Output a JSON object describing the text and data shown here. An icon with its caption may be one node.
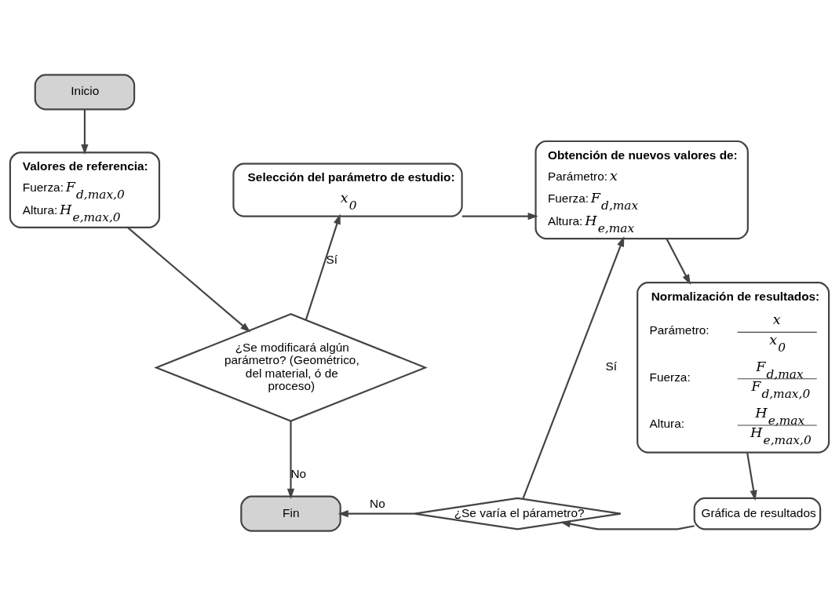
{
  "diagram": {
    "nodes": [
      {
        "text": [
          "Inicio"
        ]
      },
      {
        "text": [
          "Valores de referencia:",
          "Fuerza: *F*$_{d,max,0}$",
          "Altura: *H*$_{e,max,0}$"
        ]
      },
      {
        "text": [
          "¿Se modificará algún parámetro? (Geométrico, del material, ó de proceso)"
        ]
      },
      {
        "text": [
          "Selección del parámetro de estudio:",
          "*x*$_{0}$"
        ]
      },
      {
        "text": [
          "Obtención de nuevos valores de:",
          "Parámetro: *x*",
          "Fuerza: *F*$_{d,max}$",
          "Altura: *H*$_{e,max}$"
        ]
      },
      {
        "text": [
          "Normalización de resultados:",
          "Parámetro:",
          "*x*",
          "*x*$_{0}$",
          "Fuerza:",
          "*F*$_{d,max}$",
          "*F*$_{d,max,0}$",
          "Altura:",
          "*H*$_{e,max}$",
          "*H*$_{e,max,0}$"
        ]
      },
      {
        "text": [
          "Gráfica de resultados"
        ]
      },
      {
        "text": [
          "¿Se varía el párametro?"
        ]
      },
      {
        "text": [
          "Fin"
        ]
      }
    ],
    "edges": [
      {
        "from": 0,
        "to": 1,
        "arrow": "to"
      },
      {
        "from": 1,
        "to": 2,
        "arrow": "to"
      },
      {
        "from": 2,
        "to": 3,
        "arrow": "to",
        "label": "Sí"
      },
      {
        "from": 3,
        "to": 4,
        "arrow": "to"
      },
      {
        "from": 4,
        "to": 5,
        "arrow": "to"
      },
      {
        "from": 5,
        "to": 6,
        "arrow": "to"
      },
      {
        "from": 6,
        "to": 7,
        "arrow": "to"
      },
      {
        "from": 7,
        "to": 4,
        "arrow": "to",
        "label": "Sí"
      },
      {
        "from": 2,
        "to": 8,
        "arrow": "to",
        "label": "No"
      },
      {
        "from": 7,
        "to": 8,
        "arrow": "to",
        "label": "No"
      }
    ]
  }
}
